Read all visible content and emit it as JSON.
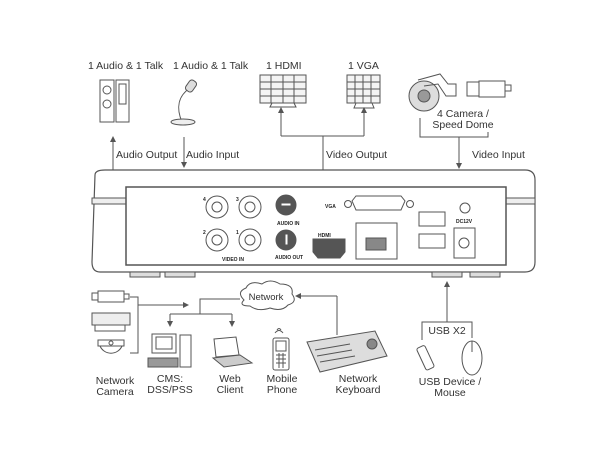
{
  "top": {
    "speaker_label": "1 Audio  & 1 Talk",
    "mic_label": "1 Audio & 1 Talk",
    "hdmi_label": "1 HDMI",
    "vga_label": "1 VGA",
    "camera_label_1": "4  Camera /",
    "camera_label_2": "Speed Dome",
    "audio_output": "Audio  Output",
    "audio_input": "Audio  Input",
    "video_output": "Video Output",
    "video_input": "Video Input"
  },
  "panel": {
    "video_in": "VIDEO IN",
    "audio_in": "AUDIO IN",
    "audio_out": "AUDIO OUT",
    "vga": "VGA",
    "hdmi": "HDMI",
    "dc": "DC12V",
    "bnc_numbers": [
      "4",
      "3",
      "2",
      "1"
    ]
  },
  "bottom": {
    "network": "Network",
    "usb_x2": "USB X2",
    "network_camera": [
      "Network",
      "Camera"
    ],
    "cms": [
      "CMS:",
      "DSS/PSS"
    ],
    "web_client": [
      "Web",
      "Client"
    ],
    "mobile_phone": [
      "Mobile",
      "Phone"
    ],
    "network_keyboard": [
      "Network",
      "Keyboard"
    ],
    "usb_device": [
      "USB Device /",
      "Mouse"
    ]
  }
}
